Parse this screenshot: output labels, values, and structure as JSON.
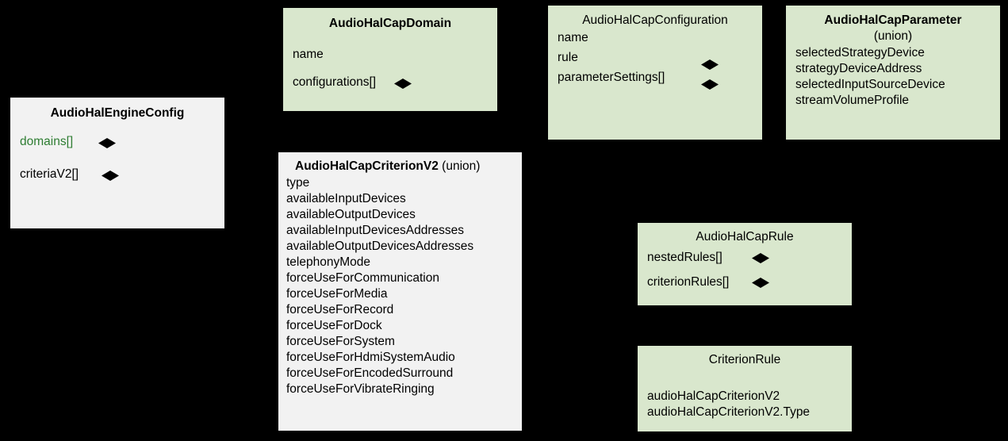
{
  "diagram": {
    "type": "uml-class-diagram",
    "background_color": "#000000",
    "green_fill": "#d9e7cd",
    "grey_fill": "#f2f2f2",
    "accent_text_color": "#2e7d32"
  },
  "nodes": [
    {
      "id": "audio-hal-engine-config",
      "title": "AudioHalEngineConfig",
      "title_bold": true,
      "subtitle": "",
      "fill": "grey",
      "attributes": [
        {
          "label": "domains[]",
          "highlight": true
        },
        {
          "label": "criteriaV2[]",
          "highlight": false
        }
      ]
    },
    {
      "id": "audio-hal-cap-domain",
      "title": "AudioHalCapDomain",
      "title_bold": true,
      "subtitle": "",
      "fill": "green",
      "attributes": [
        {
          "label": "name",
          "highlight": false
        },
        {
          "label": "configurations[]",
          "highlight": false
        }
      ]
    },
    {
      "id": "audio-hal-cap-configuration",
      "title": "AudioHalCapConfiguration",
      "title_bold": false,
      "subtitle": "",
      "fill": "green",
      "attributes": [
        {
          "label": "name",
          "highlight": false
        },
        {
          "label": "rule",
          "highlight": false
        },
        {
          "label": "parameterSettings[]",
          "highlight": false
        }
      ]
    },
    {
      "id": "audio-hal-cap-parameter",
      "title": "AudioHalCapParameter",
      "title_bold": true,
      "subtitle": "(union)",
      "fill": "green",
      "attributes": [
        {
          "label": "selectedStrategyDevice",
          "highlight": false
        },
        {
          "label": "strategyDeviceAddress",
          "highlight": false
        },
        {
          "label": "selectedInputSourceDevice",
          "highlight": false
        },
        {
          "label": "streamVolumeProfile",
          "highlight": false
        }
      ]
    },
    {
      "id": "audio-hal-cap-criterion-v2",
      "title": "AudioHalCapCriterionV2",
      "title_bold": true,
      "subtitle": "(union)",
      "fill": "grey",
      "attributes": [
        {
          "label": "type",
          "highlight": false
        },
        {
          "label": "availableInputDevices",
          "highlight": false
        },
        {
          "label": "availableOutputDevices",
          "highlight": false
        },
        {
          "label": "availableInputDevicesAddresses",
          "highlight": false
        },
        {
          "label": "availableOutputDevicesAddresses",
          "highlight": false
        },
        {
          "label": "telephonyMode",
          "highlight": false
        },
        {
          "label": "forceUseForCommunication",
          "highlight": false
        },
        {
          "label": "forceUseForMedia",
          "highlight": false
        },
        {
          "label": "forceUseForRecord",
          "highlight": false
        },
        {
          "label": "forceUseForDock",
          "highlight": false
        },
        {
          "label": "forceUseForSystem",
          "highlight": false
        },
        {
          "label": "forceUseForHdmiSystemAudio",
          "highlight": false
        },
        {
          "label": "forceUseForEncodedSurround",
          "highlight": false
        },
        {
          "label": "forceUseForVibrateRinging",
          "highlight": false
        }
      ]
    },
    {
      "id": "audio-hal-cap-rule",
      "title": "AudioHalCapRule",
      "title_bold": false,
      "subtitle": "",
      "fill": "green",
      "attributes": [
        {
          "label": "nestedRules[]",
          "highlight": false
        },
        {
          "label": "criterionRules[]",
          "highlight": false
        }
      ]
    },
    {
      "id": "criterion-rule",
      "title": "CriterionRule",
      "title_bold": false,
      "subtitle": "",
      "fill": "green",
      "attributes": [
        {
          "label": "audioHalCapCriterionV2",
          "highlight": false
        },
        {
          "label": "audioHalCapCriterionV2.Type",
          "highlight": false
        }
      ]
    }
  ],
  "relations": [
    {
      "from": "audio-hal-engine-config.domains[]",
      "to": "audio-hal-cap-domain",
      "kind": "composition"
    },
    {
      "from": "audio-hal-engine-config.criteriaV2[]",
      "to": "audio-hal-cap-criterion-v2",
      "kind": "composition"
    },
    {
      "from": "audio-hal-cap-domain.configurations[]",
      "to": "audio-hal-cap-configuration",
      "kind": "composition"
    },
    {
      "from": "audio-hal-cap-configuration.rule",
      "to": "audio-hal-cap-rule",
      "kind": "composition"
    },
    {
      "from": "audio-hal-cap-configuration.parameterSettings[]",
      "to": "audio-hal-cap-parameter",
      "kind": "composition"
    },
    {
      "from": "audio-hal-cap-rule.nestedRules[]",
      "to": "audio-hal-cap-rule",
      "kind": "composition"
    },
    {
      "from": "audio-hal-cap-rule.criterionRules[]",
      "to": "criterion-rule",
      "kind": "composition"
    }
  ]
}
